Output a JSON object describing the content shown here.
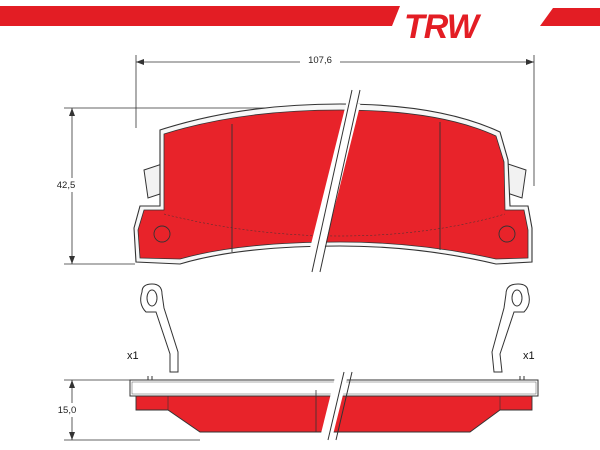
{
  "brand": {
    "logo_text": "TRW"
  },
  "colors": {
    "pad_red": "#e8232a",
    "brand_red": "#e31d24",
    "line": "#333333"
  },
  "dimensions": {
    "width": "107,6",
    "height": "42,5",
    "thickness": "15,0"
  },
  "quantities": {
    "left_clip": "x1",
    "right_clip": "x1"
  }
}
